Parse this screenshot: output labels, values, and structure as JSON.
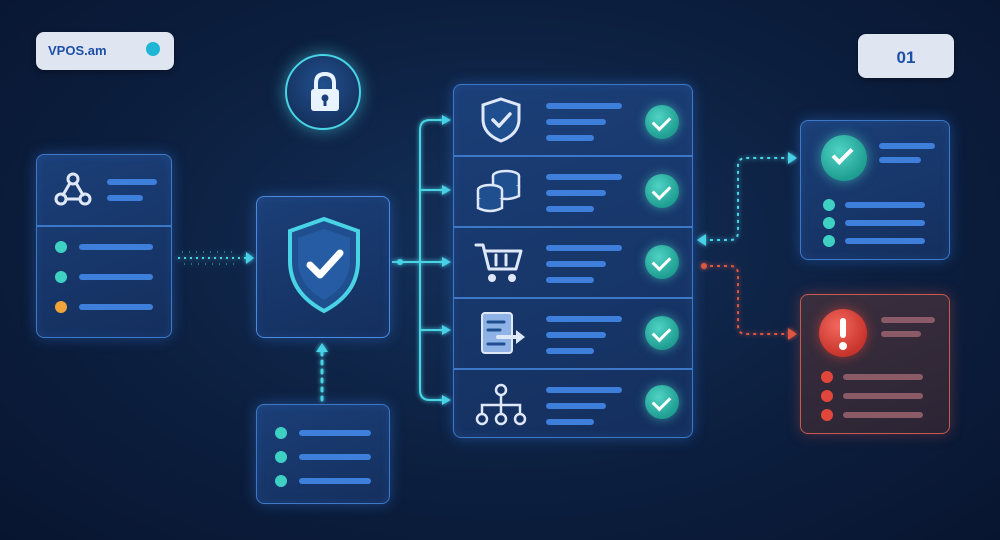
{
  "brand": {
    "label": "VPOS.am",
    "dot_color": "#1fb6d6"
  },
  "slide_number": {
    "label": "01"
  },
  "colors": {
    "background": "#0c1f3f",
    "card_border": "#3c78c8",
    "line_blue": "#3f7fdc",
    "teal": "#3fd0c4",
    "orange": "#f0a43a",
    "error_red": "#e0463c",
    "connector_cyan": "#49d4e6",
    "connector_red": "#e0553f"
  },
  "source_card": {
    "icon": "webhook-icon",
    "rows": [
      "teal",
      "teal",
      "orange"
    ]
  },
  "lock_node": {
    "icon": "lock-icon"
  },
  "security_card": {
    "icon": "shield-check-icon"
  },
  "bottom_card": {
    "rows": [
      "teal",
      "teal",
      "teal"
    ]
  },
  "services": [
    {
      "icon": "shield-check-icon",
      "status": "check-icon"
    },
    {
      "icon": "database-coins-icon",
      "status": "check-icon"
    },
    {
      "icon": "shopping-cart-icon",
      "status": "check-icon"
    },
    {
      "icon": "document-export-icon",
      "status": "check-icon"
    },
    {
      "icon": "org-chart-icon",
      "status": "check-icon"
    }
  ],
  "success_card": {
    "icon": "check-icon",
    "rows": [
      "teal",
      "teal",
      "teal"
    ]
  },
  "error_card": {
    "icon": "exclamation-icon",
    "rows": [
      "red",
      "red",
      "red"
    ]
  }
}
